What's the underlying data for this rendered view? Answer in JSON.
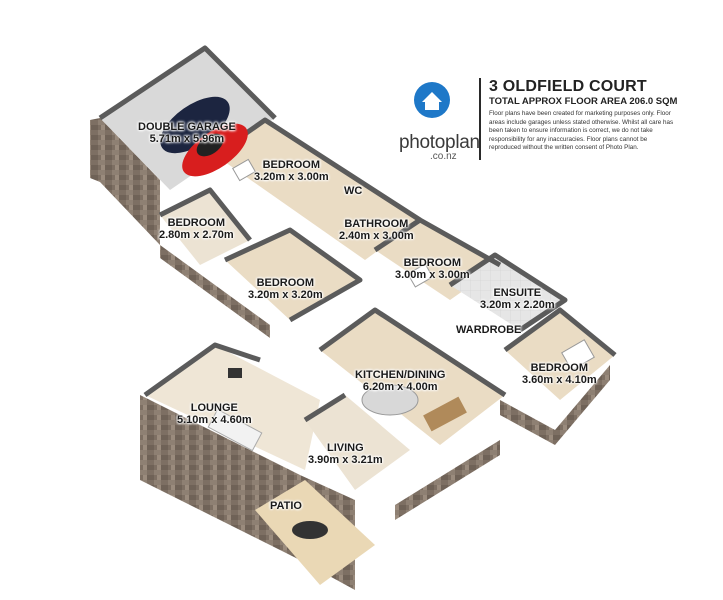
{
  "property": {
    "title": "3 OLDFIELD COURT",
    "floor_area": "TOTAL APPROX FLOOR AREA 206.0 SQM",
    "disclaimer": "Floor plans have been created for marketing purposes only. Floor areas include garages unless stated otherwise. Whilst all care has been taken to ensure information is correct, we do not take responsibility for any inaccuracies. Floor plans cannot be reproduced without the written consent of Photo Plan."
  },
  "brand": {
    "name": "photoplan",
    "domain": ".co.nz",
    "accent": "#1e78c8"
  },
  "rooms": [
    {
      "id": "double-garage",
      "name": "DOUBLE GARAGE",
      "dims": "5.71m x 5.96m"
    },
    {
      "id": "bedroom-1",
      "name": "BEDROOM",
      "dims": "3.20m x 3.00m"
    },
    {
      "id": "wc",
      "name": "WC",
      "dims": ""
    },
    {
      "id": "bedroom-2",
      "name": "BEDROOM",
      "dims": "2.80m x 2.70m"
    },
    {
      "id": "bathroom",
      "name": "BATHROOM",
      "dims": "2.40m x 3.00m"
    },
    {
      "id": "bedroom-3",
      "name": "BEDROOM",
      "dims": "3.20m x 3.20m"
    },
    {
      "id": "bedroom-4",
      "name": "BEDROOM",
      "dims": "3.00m x 3.00m"
    },
    {
      "id": "ensuite",
      "name": "ENSUITE",
      "dims": "3.20m x 2.20m"
    },
    {
      "id": "wardrobe",
      "name": "WARDROBE",
      "dims": ""
    },
    {
      "id": "kitchen-dining",
      "name": "KITCHEN/DINING",
      "dims": "6.20m x 4.00m"
    },
    {
      "id": "bedroom-5",
      "name": "BEDROOM",
      "dims": "3.60m x 4.10m"
    },
    {
      "id": "lounge",
      "name": "LOUNGE",
      "dims": "5.10m x 4.60m"
    },
    {
      "id": "living",
      "name": "LIVING",
      "dims": "3.90m x 3.21m"
    },
    {
      "id": "patio",
      "name": "PATIO",
      "dims": ""
    }
  ]
}
